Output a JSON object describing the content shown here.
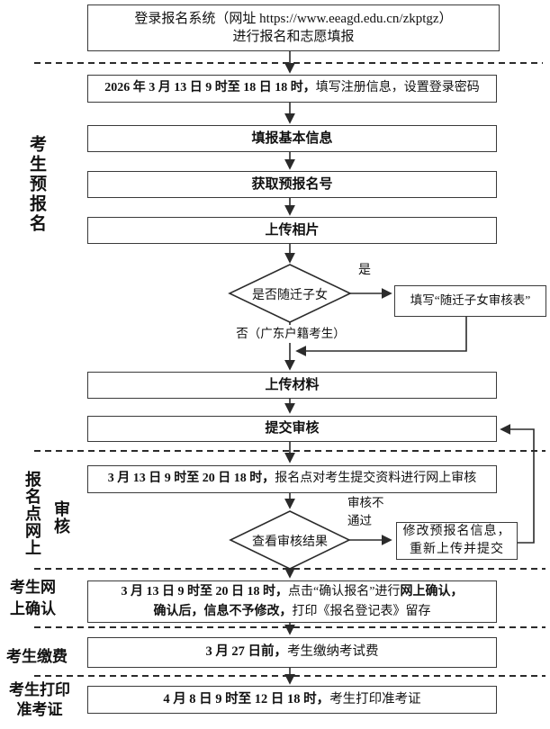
{
  "colors": {
    "line": "#2b2b2b",
    "box_border": "#3a3a3a",
    "text": "#111111",
    "background": "#ffffff"
  },
  "stage_labels": {
    "preregistration": "考生预报名",
    "site_review_col1": "报名点网上",
    "site_review_col2": "审核",
    "online_confirm_line1": "考生网",
    "online_confirm_line2": "上确认",
    "payment": "考生缴费",
    "print_line1": "考生打印",
    "print_line2": "准考证"
  },
  "branch_labels": {
    "yes": "是",
    "no": "否（广东户籍考生）",
    "review_fail_line1": "审核不",
    "review_fail_line2": "通过"
  },
  "flow": {
    "login_box": {
      "line1": "登录报名系统（网址 https://www.eeagd.edu.cn/zkptgz）",
      "line2": "进行报名和志愿填报"
    },
    "register_box": {
      "segments": [
        {
          "text": "2026 年 3 月 13 日 9 时至 18 日 18 时，",
          "bold": true
        },
        {
          "text": "填写注册信息，设置登录密码",
          "bold": false
        }
      ]
    },
    "basic_info_box": {
      "label": "填报基本信息"
    },
    "prereg_number_box": {
      "label": "获取预报名号"
    },
    "upload_photo_box": {
      "label": "上传相片"
    },
    "migrant_diamond": {
      "label": "是否随迁子女"
    },
    "migrant_form_box": {
      "label": "填写“随迁子女审核表”"
    },
    "upload_materials_box": {
      "label": "上传材料"
    },
    "submit_review_box": {
      "label": "提交审核"
    },
    "site_review_box": {
      "segments": [
        {
          "text": "3 月 13 日 9 时至 20 日 18 时，",
          "bold": true
        },
        {
          "text": "报名点对考生提交资料进行网上审核",
          "bold": false
        }
      ]
    },
    "review_diamond": {
      "label": "查看审核结果"
    },
    "modify_box": {
      "line1": "修改预报名信息，",
      "line2": "重新上传并提交"
    },
    "online_confirm_box": {
      "lines": [
        {
          "segments": [
            {
              "text": "3 月 13 日 9 时至 20 日 18 时，",
              "bold": true
            },
            {
              "text": "点击“确认报名”进行",
              "bold": false
            },
            {
              "text": "网上确认，",
              "bold": true
            }
          ]
        },
        {
          "segments": [
            {
              "text": "确认后，信息不予修改，",
              "bold": true
            },
            {
              "text": "打印《报名登记表》留存",
              "bold": false
            }
          ]
        }
      ]
    },
    "payment_box": {
      "segments": [
        {
          "text": "3 月 27 日前，",
          "bold": true
        },
        {
          "text": "考生缴纳考试费",
          "bold": false
        }
      ]
    },
    "print_box": {
      "segments": [
        {
          "text": "4 月 8 日 9 时至 12 日 18 时，",
          "bold": true
        },
        {
          "text": "考生打印准考证",
          "bold": false
        }
      ]
    }
  }
}
